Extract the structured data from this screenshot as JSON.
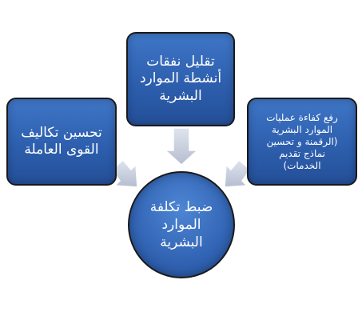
{
  "nodes": {
    "top": "تقليل نفقات\nأنشطة الموارد\nالبشرية",
    "left": "تحسين تكاليف\nالقوى العاملة",
    "right": "رفع كفاءة عمليات\nالموارد البشرية\n(الرقمنة و تحسين\nنماذج تقديم\nالخدمات)",
    "center": "ضبط تكلفة\nالموارد\nالبشرية"
  },
  "colors": {
    "box_fill": "#2d5fae",
    "box_border": "#1a1a1a",
    "arrow_fill": "#c8cfe0",
    "text": "#ffffff"
  }
}
